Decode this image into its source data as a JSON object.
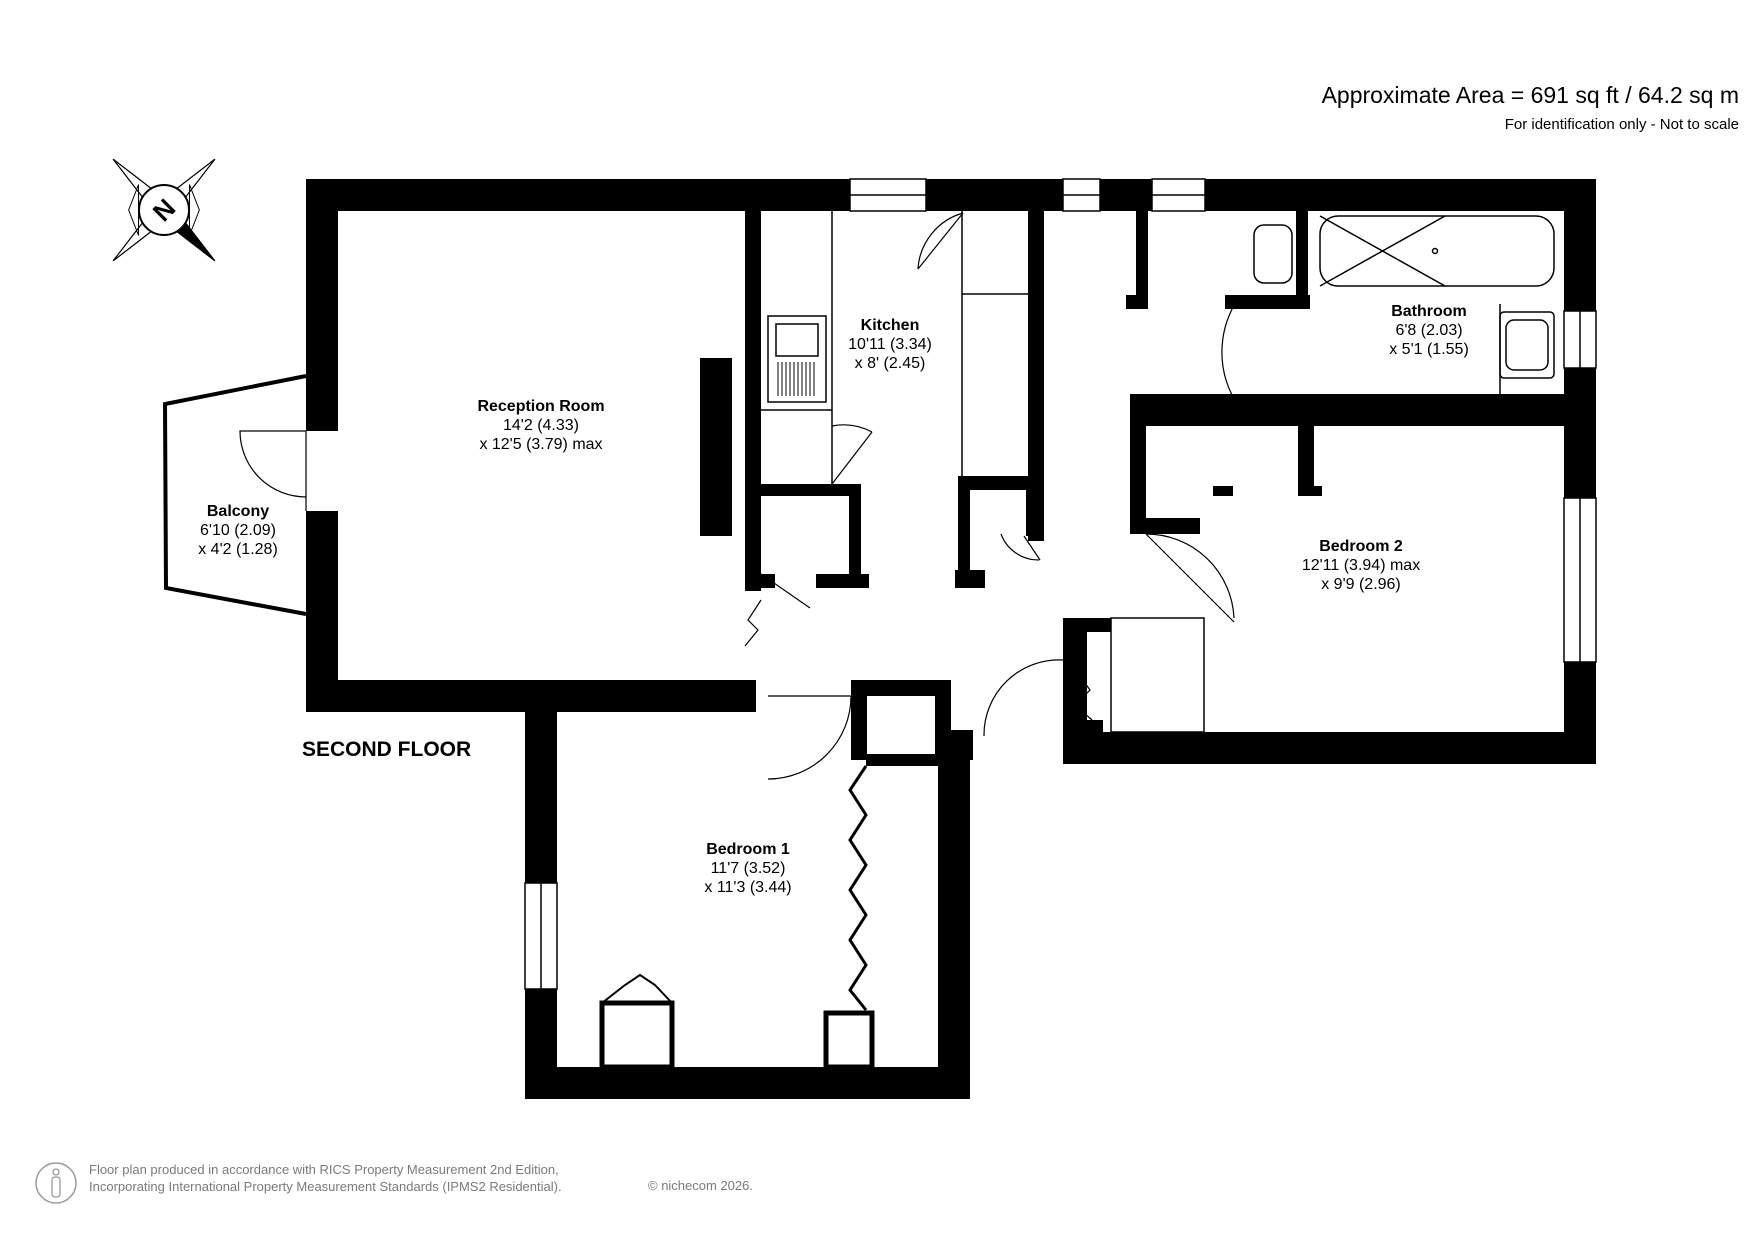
{
  "header": {
    "area": "Approximate Area = 691 sq ft / 64.2 sq m",
    "note": "For identification only - Not to scale"
  },
  "floor_name": "SECOND FLOOR",
  "compass": {
    "label": "N",
    "icon": "north-compass-icon"
  },
  "rooms": {
    "reception": {
      "name": "Reception Room",
      "dim1": "14'2 (4.33)",
      "dim2": "x 12'5 (3.79) max"
    },
    "kitchen": {
      "name": "Kitchen",
      "dim1": "10'11 (3.34)",
      "dim2": "x 8' (2.45)"
    },
    "bathroom": {
      "name": "Bathroom",
      "dim1": "6'8 (2.03)",
      "dim2": "x 5'1 (1.55)"
    },
    "balcony": {
      "name": "Balcony",
      "dim1": "6'10 (2.09)",
      "dim2": "x 4'2 (1.28)"
    },
    "bedroom2": {
      "name": "Bedroom 2",
      "dim1": "12'11 (3.94) max",
      "dim2": "x 9'9 (2.96)"
    },
    "bedroom1": {
      "name": "Bedroom 1",
      "dim1": "11'7 (3.52)",
      "dim2": "x 11'3 (3.44)"
    }
  },
  "footer": {
    "line1": "Floor plan produced in accordance with RICS Property Measurement 2nd Edition,",
    "line2": "Incorporating International Property Measurement Standards (IPMS2 Residential).",
    "copyright": "© nichecom 2026."
  },
  "colors": {
    "wall": "#000000",
    "fixture": "#000000",
    "footer_text": "#7a7a7a"
  }
}
